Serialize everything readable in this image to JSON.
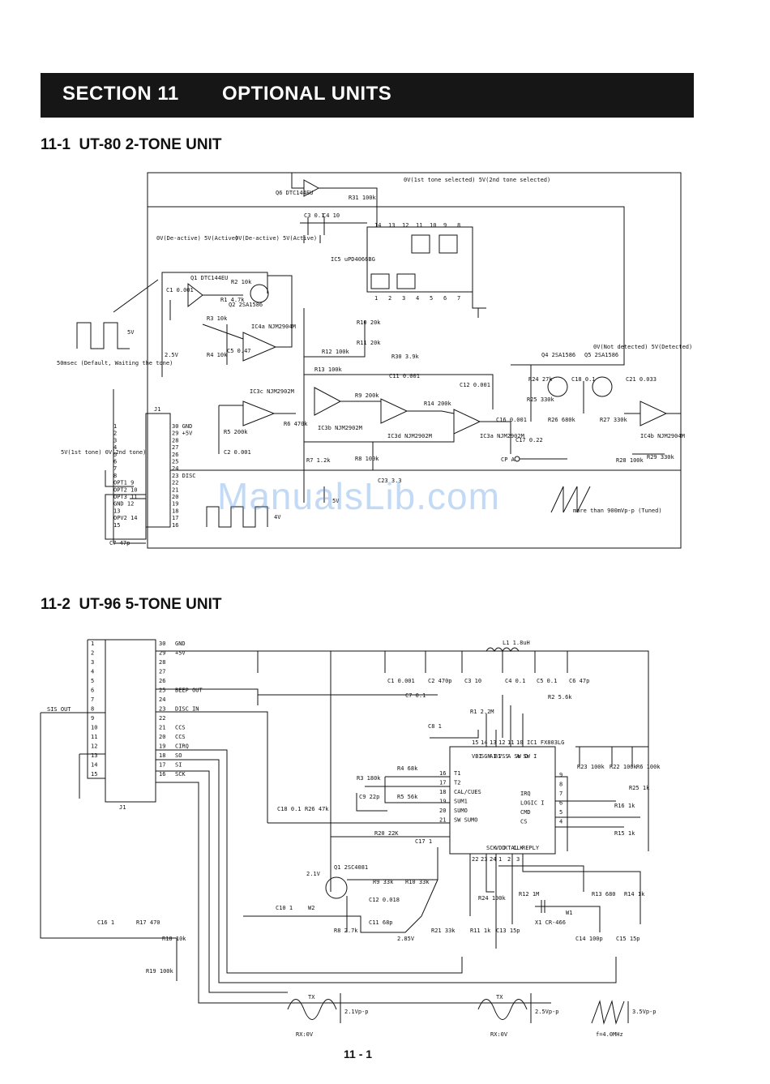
{
  "header": {
    "section_label": "SECTION 11",
    "section_title": "OPTIONAL UNITS"
  },
  "sections": [
    {
      "number": "11-1",
      "title": "UT-80 2-TONE UNIT"
    },
    {
      "number": "11-2",
      "title": "UT-96 5-TONE UNIT"
    }
  ],
  "ut80": {
    "notes": {
      "q6_state": "0V(1st tone selected) 5V(2nd tone selected)",
      "q1_state": "0V(De-active) 5V(Active)",
      "ic4a_state": "0V(De-active) 5V(Active)",
      "ic4b_state": "0V(Not detected) 5V(Detected)",
      "pulse_width": "50msec (Default, Waiting the tone)",
      "pulse_amp": "5V",
      "tone_select": "5V(1st tone) 0V(2nd tone)",
      "bias": "2.5V",
      "cp_amp": "more than 900mVp-p (Tuned)",
      "in_amp": "4V",
      "rail": "5V",
      "cp_label": "CP A"
    },
    "components": [
      "Q6 DTC144EU",
      "Q1 DTC144EU",
      "Q2 2SA1586",
      "R1 4.7k",
      "R2 10k",
      "C1 0.001",
      "R3 10k",
      "R4 10k",
      "C5 0.47",
      "IC4a NJM2904M",
      "R31 100k",
      "C3 0.1",
      "C4 10",
      "IC5 uPD4066BG",
      "R10 20k",
      "R11 20k",
      "R30 3.9k",
      "R12 100k",
      "R13 100k",
      "C11 0.001",
      "R9 200k",
      "IC3b NJM2902M",
      "IC3d NJM2902M",
      "R14 200k",
      "C12 0.001",
      "C16 0.001",
      "IC3a NJM2902M",
      "C17 0.22",
      "Q4 2SA1586",
      "Q5 2SA1586",
      "R24 27k",
      "C18 0.1",
      "C21 0.033",
      "R25 330k",
      "R26 680k",
      "R27 330k",
      "IC4b NJM2904M",
      "R28 100k",
      "R29 330k",
      "IC3c NJM2902M",
      "R5 200k",
      "R6 470k",
      "C2 0.001",
      "R7 1.2k",
      "R8 100k",
      "C23 3.3",
      "J1",
      "C7 47p"
    ],
    "j1_left": [
      "1",
      "2",
      "3",
      "4",
      "5",
      "6",
      "7",
      "8",
      "OPT1 9",
      "OPT2 10",
      "OPT3 11",
      "GND 12",
      "13",
      "OPV2 14",
      "15"
    ],
    "j1_right": [
      "30 GND",
      "29 +5V",
      "28",
      "27",
      "26",
      "25",
      "24",
      "23 DISC",
      "22",
      "21",
      "20",
      "19",
      "18",
      "17",
      "16"
    ],
    "ic5_pins_top": [
      "14",
      "13",
      "12",
      "11",
      "10",
      "9",
      "8"
    ],
    "ic5_pins_bottom": [
      "1",
      "2",
      "3",
      "4",
      "5",
      "6",
      "7"
    ]
  },
  "ut96": {
    "j1_left": [
      "1",
      "2",
      "3",
      "4",
      "5",
      "6",
      "7",
      "8",
      "9",
      "10",
      "11",
      "12",
      "13",
      "14",
      "15"
    ],
    "j1_right": [
      {
        "pin": "30",
        "name": "GND"
      },
      {
        "pin": "29",
        "name": "+5V"
      },
      {
        "pin": "28",
        "name": ""
      },
      {
        "pin": "27",
        "name": ""
      },
      {
        "pin": "26",
        "name": ""
      },
      {
        "pin": "25",
        "name": "BEEP OUT"
      },
      {
        "pin": "24",
        "name": ""
      },
      {
        "pin": "23",
        "name": "DISC IN"
      },
      {
        "pin": "22",
        "name": ""
      },
      {
        "pin": "21",
        "name": "CCS"
      },
      {
        "pin": "20",
        "name": "CCS"
      },
      {
        "pin": "19",
        "name": "CIRQ"
      },
      {
        "pin": "18",
        "name": "SO"
      },
      {
        "pin": "17",
        "name": "SI"
      },
      {
        "pin": "16",
        "name": "SCK"
      }
    ],
    "j1_label": "J1",
    "sis_out": "SIS OUT",
    "top_caps": [
      "C1 0.001",
      "C2 470p",
      "C3 10",
      "C4 0.1",
      "C5 0.1",
      "C6 47p"
    ],
    "l1": "L1 1.8uH",
    "ic1": {
      "name": "IC1 FX803LG",
      "left_pins": [
        {
          "n": "16",
          "name": "T1"
        },
        {
          "n": "17",
          "name": "T2"
        },
        {
          "n": "18",
          "name": "CAL/CUES"
        },
        {
          "n": "19",
          "name": "SUM1"
        },
        {
          "n": "20",
          "name": "SUMO"
        },
        {
          "n": "21",
          "name": "SW SUMO"
        }
      ],
      "right_pins": [
        {
          "n": "9",
          "name": ""
        },
        {
          "n": "8",
          "name": ""
        },
        {
          "n": "7",
          "name": "IRQ"
        },
        {
          "n": "6",
          "name": "LOGIC I"
        },
        {
          "n": "5",
          "name": "CMD"
        },
        {
          "n": "4",
          "name": "CS"
        }
      ],
      "top_pins": [
        "15",
        "14",
        "13",
        "12",
        "11",
        "10"
      ],
      "top_names": [
        "VBI",
        "SGN BI",
        "AI",
        "VSS",
        "A SW O",
        "A SW I"
      ],
      "bottom_pins": [
        "22",
        "23",
        "24",
        "1",
        "2",
        "3"
      ],
      "bottom_names": [
        "SCK",
        "VDD",
        "XTAL",
        "CLK",
        "REPLY"
      ]
    },
    "components": [
      "C7 0.1",
      "C8 1",
      "R1 2.2M",
      "R2 5.6k",
      "R3 180k",
      "R4 68k",
      "R5 56k",
      "C9 22p",
      "C18 0.1",
      "R26 47k",
      "R20 22K",
      "C17 1",
      "Q1 2SC4081",
      "R9 33k",
      "R10 33k",
      "C12 0.018",
      "C11 68p",
      "R8 2.7k",
      "R21 33k",
      "C10 1",
      "W2",
      "C16 1",
      "R17 470",
      "R18 10k",
      "R19 100k",
      "R23 100k",
      "R22 100k",
      "R6 100k",
      "R25 1k",
      "R16 1k",
      "R15 1k",
      "R24 100k",
      "R11 1k",
      "C13 15p",
      "R12 1M",
      "X1 CR-466",
      "W1",
      "R13 680",
      "C14 100p",
      "C15 15p",
      "R14 1k"
    ],
    "notes": {
      "q1_bias": "2.1V",
      "r21_v": "2.85V",
      "tx1": "TX",
      "rx1": "RX:0V",
      "amp1": "2.1Vp-p",
      "tx2": "TX",
      "rx2": "RX:0V",
      "amp2": "2.5Vp-p",
      "amp3": "3.5Vp-p",
      "freq3": "f=4.0MHz"
    }
  },
  "watermark": "ManualsLib.com",
  "page_number": "11 - 1"
}
